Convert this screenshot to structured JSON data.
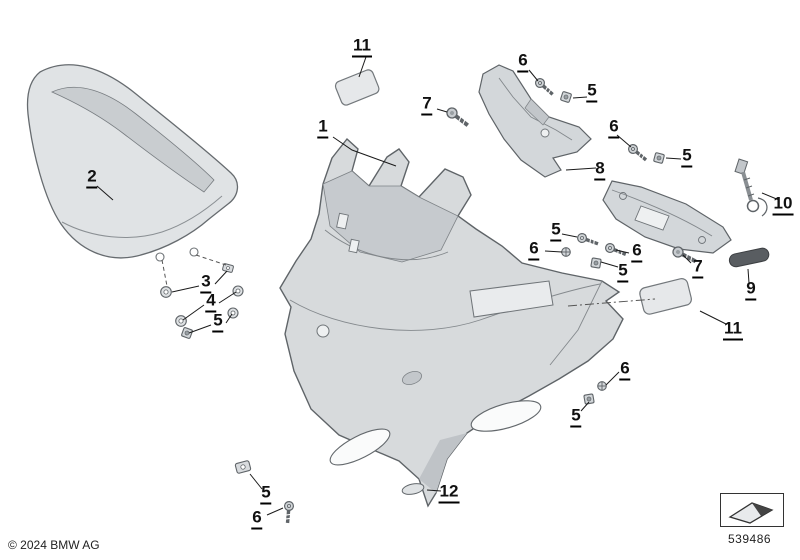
{
  "diagram": {
    "description": "Exploded parts diagram - front fairing / trim panel",
    "callouts": [
      {
        "label": "11"
      },
      {
        "label": "6"
      },
      {
        "label": "5"
      },
      {
        "label": "7"
      },
      {
        "label": "1"
      },
      {
        "label": "6"
      },
      {
        "label": "8"
      },
      {
        "label": "5"
      },
      {
        "label": "10"
      },
      {
        "label": "2"
      },
      {
        "label": "5"
      },
      {
        "label": "6"
      },
      {
        "label": "6"
      },
      {
        "label": "5"
      },
      {
        "label": "7"
      },
      {
        "label": "9"
      },
      {
        "label": "3"
      },
      {
        "label": "4"
      },
      {
        "label": "5"
      },
      {
        "label": "11"
      },
      {
        "label": "6"
      },
      {
        "label": "5"
      },
      {
        "label": "5"
      },
      {
        "label": "6"
      },
      {
        "label": "12"
      }
    ]
  },
  "footer": {
    "copyright": "© 2024 BMW AG",
    "part_number": "539486"
  },
  "colors": {
    "line": "#5f6468",
    "part_fill": "#d7dadc",
    "background": "#ffffff"
  }
}
